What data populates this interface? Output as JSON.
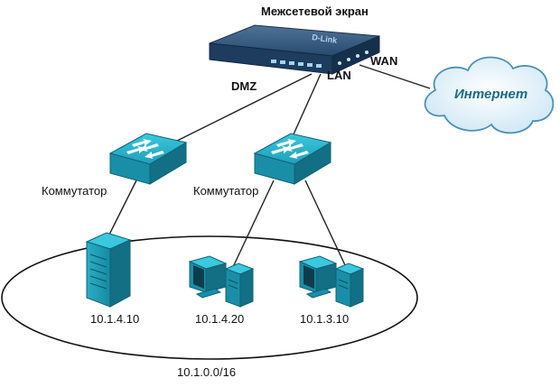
{
  "firewall": {
    "title": "Межсетевой экран",
    "brand": "D-Link"
  },
  "ports": {
    "dmz": "DMZ",
    "lan": "LAN",
    "wan": "WAN"
  },
  "internet": {
    "label": "Интернет"
  },
  "switches": [
    {
      "label": "Коммутатор"
    },
    {
      "label": "Коммутатор"
    }
  ],
  "hosts": [
    {
      "type": "server",
      "ip": "10.1.4.10"
    },
    {
      "type": "workstation",
      "ip": "10.1.4.20"
    },
    {
      "type": "workstation",
      "ip": "10.1.3.10"
    }
  ],
  "network": {
    "subnet": "10.1.0.0/16"
  },
  "colors": {
    "device_teal": "#1a94ac",
    "device_dark": "#0e6478",
    "device_light": "#2ec0d6",
    "firewall_body": "#1d3c5e",
    "cloud_fill": "#e6f3fb",
    "cloud_stroke": "#4a90b8",
    "link": "#222222"
  }
}
